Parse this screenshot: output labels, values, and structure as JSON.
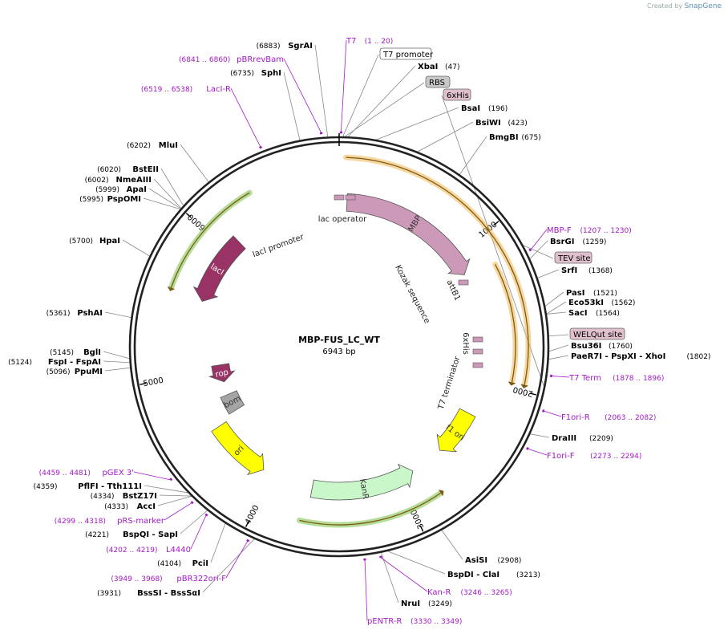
{
  "app": {
    "credit_prefix": "Created by",
    "credit_brand": "SnapGene"
  },
  "plasmid": {
    "name": "MBP-FUS_LC_WT",
    "length_label": "6943 bp",
    "length": 6943
  },
  "ruler_ticks": [
    {
      "label": "1000",
      "pos": 1000
    },
    {
      "label": "2000",
      "pos": 2000
    },
    {
      "label": "3000",
      "pos": 3000
    },
    {
      "label": "4000",
      "pos": 4000
    },
    {
      "label": "5000",
      "pos": 5000
    },
    {
      "label": "6000",
      "pos": 6000
    }
  ],
  "features": [
    {
      "name": "MBP",
      "kind": "arrow",
      "color": "#cc99b8",
      "start": 60,
      "end": 1160,
      "ring": "inner1"
    },
    {
      "name": "lacI",
      "kind": "arrow",
      "color": "#993366",
      "start": 6100,
      "end": 5560,
      "ring": "inner1"
    },
    {
      "name": "KanR",
      "kind": "arrow",
      "color": "#c9f7c9",
      "start": 3680,
      "end": 2880,
      "ring": "inner1"
    },
    {
      "name": "ori",
      "kind": "arrow",
      "color": "#ffff00",
      "start": 4560,
      "end": 4080,
      "ring": "inner1"
    },
    {
      "name": "f1 ori",
      "kind": "arrow",
      "color": "#ffff00",
      "start": 2260,
      "end": 2620,
      "ring": "inner1"
    },
    {
      "name": "rop",
      "kind": "arrow",
      "color": "#993366",
      "start": 5040,
      "end": 4880,
      "ring": "inner2"
    },
    {
      "name": "bom",
      "kind": "box",
      "color": "#a5a5a5",
      "start": 4600,
      "end": 4760,
      "ring": "inner2"
    }
  ],
  "inner_labels": [
    "lac operator",
    "lacI promoter",
    "Kozak sequence",
    "attB1",
    "6xHis",
    "T7 terminator"
  ],
  "sites_right": [
    {
      "name": "XbaI",
      "pos": "(47)"
    },
    {
      "name": "BsaI",
      "pos": "(196)"
    },
    {
      "name": "BsiWI",
      "pos": "(423)"
    },
    {
      "name": "BmgBI",
      "pos": "(675)"
    },
    {
      "name": "BsrGI",
      "pos": "(1259)"
    },
    {
      "name": "SrfI",
      "pos": "(1368)"
    },
    {
      "name": "PasI",
      "pos": "(1521)"
    },
    {
      "name": "Eco53kI",
      "pos": "(1562)"
    },
    {
      "name": "SacI",
      "pos": "(1564)"
    },
    {
      "name": "Bsu36I",
      "pos": "(1760)"
    },
    {
      "name": "PaeR7I - PspXI - XhoI",
      "pos": "(1802)"
    },
    {
      "name": "DraIII",
      "pos": "(2209)"
    },
    {
      "name": "AsiSI",
      "pos": "(2908)"
    },
    {
      "name": "BspDI - ClaI",
      "pos": "(3213)"
    },
    {
      "name": "NruI",
      "pos": "(3249)"
    }
  ],
  "sites_left": [
    {
      "name": "SgrAI",
      "pos": "(6883)"
    },
    {
      "name": "SphI",
      "pos": "(6735)"
    },
    {
      "name": "MluI",
      "pos": "(6202)"
    },
    {
      "name": "BstEII",
      "pos": "(6020)"
    },
    {
      "name": "NmeAIII",
      "pos": "(6002)"
    },
    {
      "name": "ApaI",
      "pos": "(5999)"
    },
    {
      "name": "PspOMI",
      "pos": "(5995)"
    },
    {
      "name": "HpaI",
      "pos": "(5700)"
    },
    {
      "name": "PshAI",
      "pos": "(5361)"
    },
    {
      "name": "BglI",
      "pos": "(5145)"
    },
    {
      "name": "FspI - FspAI",
      "pos": "(5124)"
    },
    {
      "name": "PpuMI",
      "pos": "(5096)"
    },
    {
      "name": "PflFI - Tth111I",
      "pos": "(4359)"
    },
    {
      "name": "BstZ17I",
      "pos": "(4334)"
    },
    {
      "name": "AccI",
      "pos": "(4333)"
    },
    {
      "name": "BspQI - SapI",
      "pos": "(4221)"
    },
    {
      "name": "PciI",
      "pos": "(4104)"
    },
    {
      "name": "BssSI - BssSαI",
      "pos": "(3931)"
    }
  ],
  "primers": [
    {
      "name": "T7",
      "range": "(1 .. 20)"
    },
    {
      "name": "pBRrevBam",
      "range": "(6841 .. 6860)"
    },
    {
      "name": "LacI-R",
      "range": "(6519 .. 6538)"
    },
    {
      "name": "MBP-F",
      "range": "(1207 .. 1230)"
    },
    {
      "name": "T7 Term",
      "range": "(1878 .. 1896)"
    },
    {
      "name": "F1ori-R",
      "range": "(2063 .. 2082)"
    },
    {
      "name": "F1ori-F",
      "range": "(2273 .. 2294)"
    },
    {
      "name": "Kan-R",
      "range": "(3246 .. 3265)"
    },
    {
      "name": "pENTR-R",
      "range": "(3330 .. 3349)"
    },
    {
      "name": "pGEX 3'",
      "range": "(4459 .. 4481)"
    },
    {
      "name": "pRS-marker",
      "range": "(4299 .. 4318)"
    },
    {
      "name": "L4440",
      "range": "(4202 .. 4219)"
    },
    {
      "name": "pBR322ori-F",
      "range": "(3949 .. 3968)"
    }
  ],
  "boxed_features": [
    {
      "name": "T7 promoter",
      "fill": "#ffffff"
    },
    {
      "name": "RBS",
      "fill": "#c8c8c8"
    },
    {
      "name": "6xHis",
      "fill": "#e0c0cc"
    },
    {
      "name": "TEV site",
      "fill": "#e0c0cc"
    },
    {
      "name": "WELQut site",
      "fill": "#e0c0cc"
    }
  ],
  "colors": {
    "primer": "#a21ac6",
    "backbone": "#222222",
    "orf_outline": "#f0b74d",
    "orf2": "#7ac142"
  }
}
